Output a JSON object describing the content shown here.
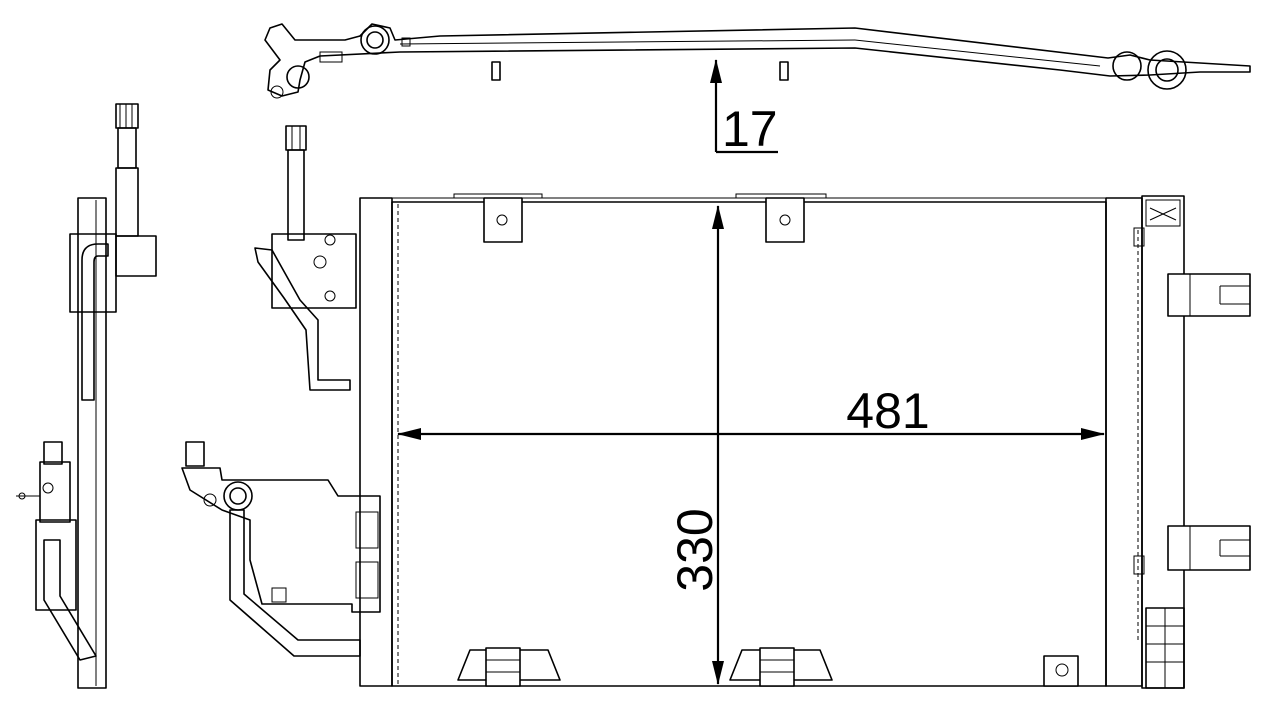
{
  "dimensions": {
    "width": "481",
    "height": "330",
    "depth": "17"
  }
}
